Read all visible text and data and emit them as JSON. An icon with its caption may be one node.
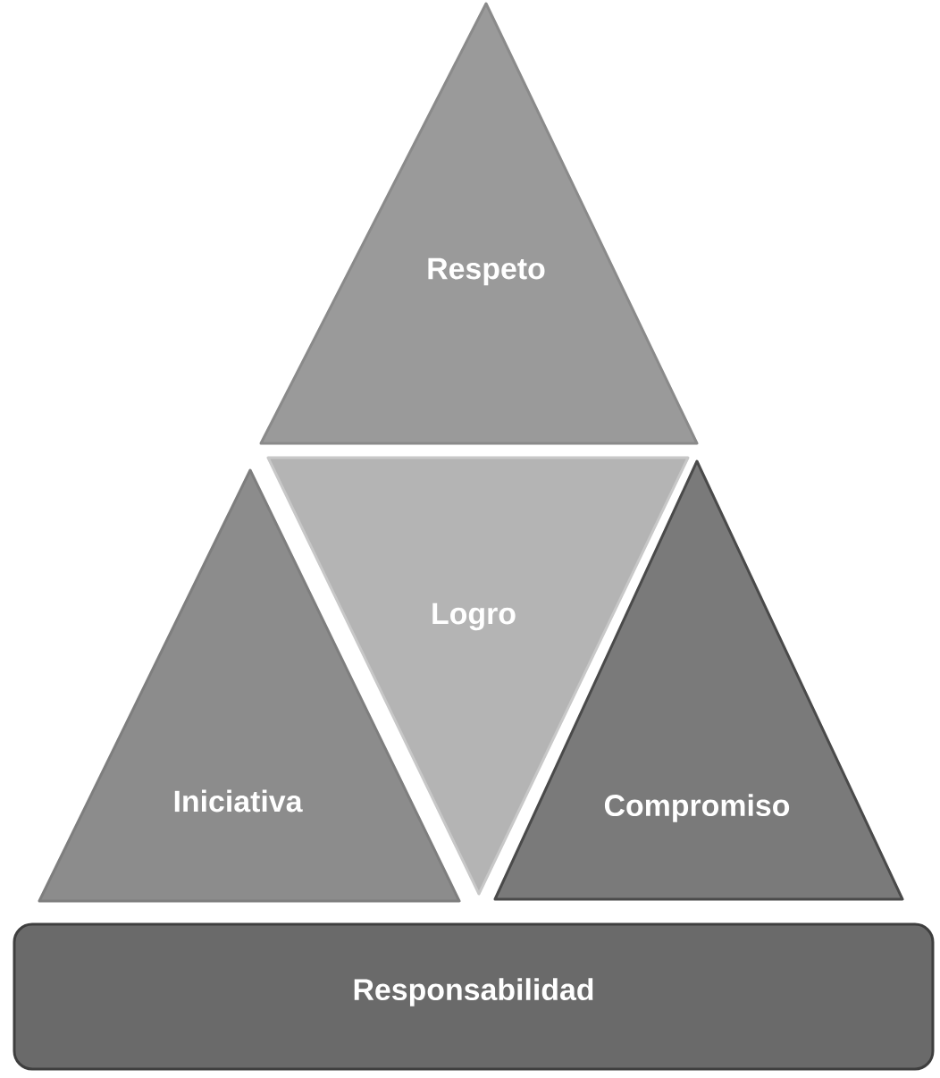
{
  "diagram": {
    "nodes": [
      {
        "text": [
          "Respeto"
        ]
      },
      {
        "text": [
          "Logro"
        ]
      },
      {
        "text": [
          "Iniciativa"
        ]
      },
      {
        "text": [
          "Compromiso"
        ]
      },
      {
        "text": [
          "Responsabilidad"
        ]
      }
    ]
  }
}
